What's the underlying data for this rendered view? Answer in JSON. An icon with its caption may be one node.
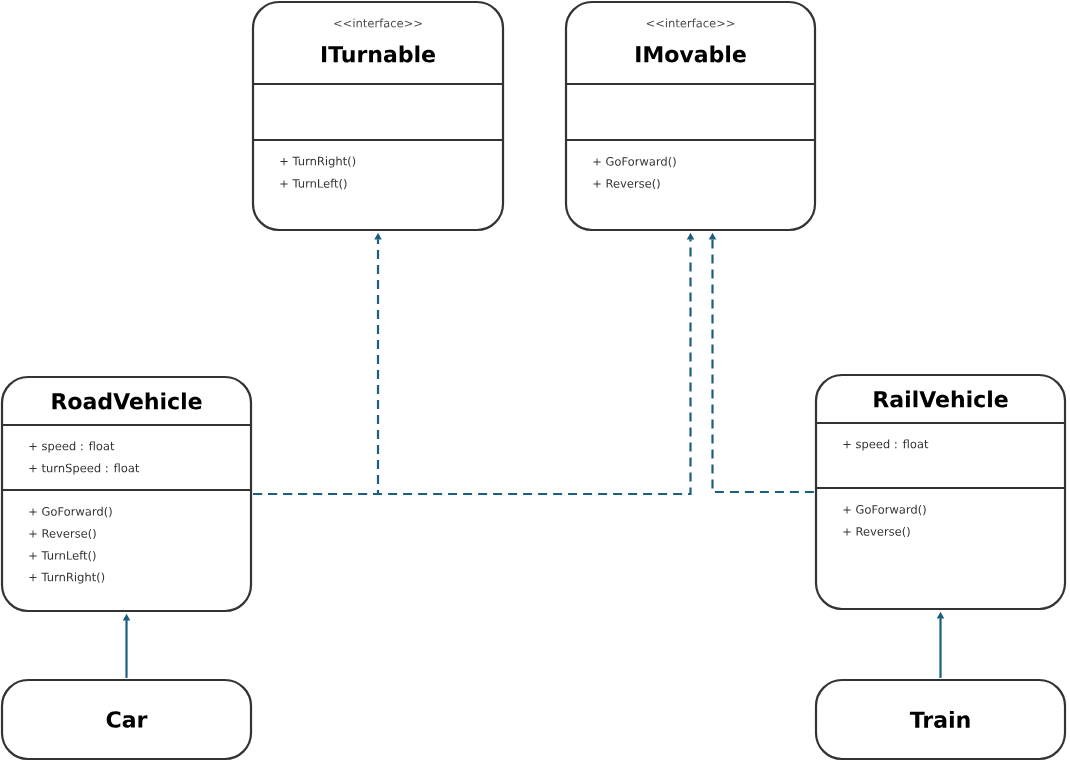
{
  "diagram": {
    "nodes": [
      {
        "text": [
          "<<interface>>",
          "ITurnable",
          "+ TurnRight()",
          "+ TurnLeft()"
        ]
      },
      {
        "text": [
          "<<interface>>",
          "IMovable",
          "+ GoForward()",
          "+ Reverse()"
        ]
      },
      {
        "text": [
          "RoadVehicle",
          "+ speed : float",
          "+ turnSpeed : float",
          "+ GoForward()",
          "+ Reverse()",
          "+ TurnLeft()",
          "+ TurnRight()"
        ]
      },
      {
        "text": [
          "RailVehicle",
          "+ speed : float",
          "+ GoForward()",
          "+ Reverse()"
        ]
      },
      {
        "text": [
          "Car"
        ]
      },
      {
        "text": [
          "Train"
        ]
      }
    ],
    "edges": [
      {
        "from": 2,
        "to": 0,
        "arrow": "to",
        "style": "dashed"
      },
      {
        "from": 2,
        "to": 1,
        "arrow": "to",
        "style": "dashed"
      },
      {
        "from": 3,
        "to": 1,
        "arrow": "to",
        "style": "dashed"
      },
      {
        "from": 4,
        "to": 2,
        "arrow": "to"
      },
      {
        "from": 5,
        "to": 3,
        "arrow": "to"
      }
    ]
  }
}
